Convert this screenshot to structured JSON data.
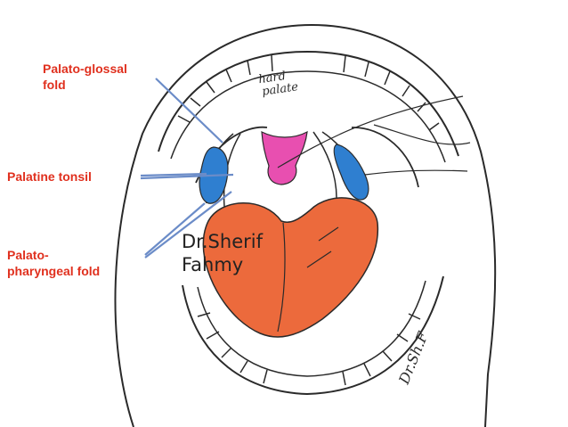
{
  "labels": {
    "palatoglossal": "Palato-glossal\nfold",
    "tonsil": "Palatine tonsil",
    "palatopharyngeal": "Palato-\npharyngeal fold"
  },
  "watermark": "Dr.Sherif\nFahmy",
  "drawing_text": {
    "hard_palate": "hard\npalate",
    "signature": "Dr.Sh.F"
  },
  "colors": {
    "label_text": "#e0301e",
    "pointer_line": "#6b8cc8",
    "tonsil_fill": "#2f7fd0",
    "uvula_fill": "#e84fb0",
    "tongue_fill": "#ec6a3c",
    "outline": "#2a2a2a"
  }
}
